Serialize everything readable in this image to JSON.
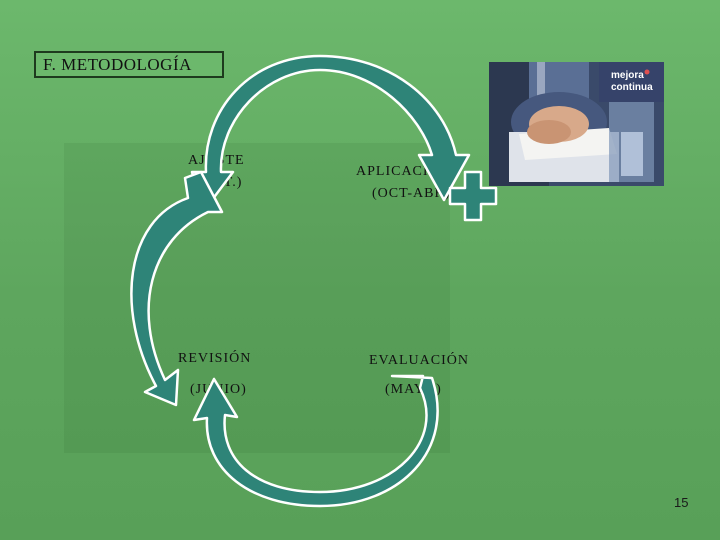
{
  "title": "F.  METODOLOGÍA",
  "phases": {
    "ajuste": {
      "name": "AJUSTE",
      "period": "(SEPT.)"
    },
    "aplicacion": {
      "name": "APLICACIÓN",
      "period": "(OCT-ABR)"
    },
    "revision": {
      "name": "REVISIÓN",
      "period": "(JUNIO)"
    },
    "evaluacion": {
      "name": "EVALUACIÓN",
      "period": "(MAYO)"
    }
  },
  "photo": {
    "logo_line1": "mejora",
    "logo_line2": "continua"
  },
  "page_number": "15",
  "colors": {
    "arrow_fill": "#2e8478",
    "arrow_stroke": "#ffffff",
    "plus": "#2e8478",
    "background": "#6cb86c"
  }
}
